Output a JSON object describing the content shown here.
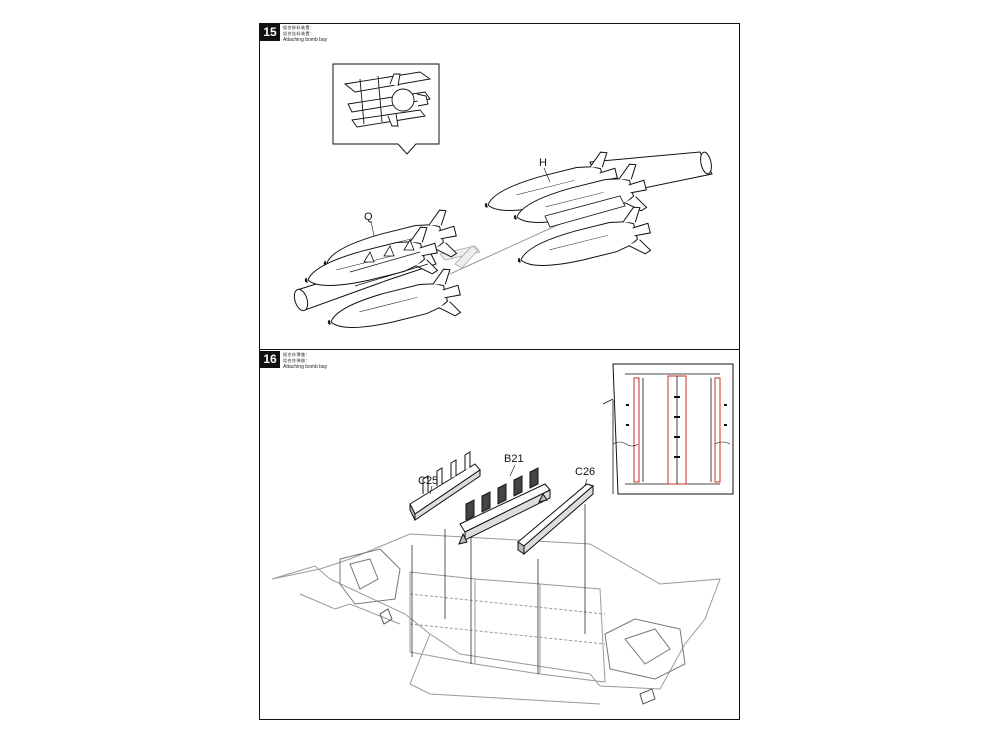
{
  "steps": [
    {
      "number": "15",
      "title_cn_1": "組合掛料裝置：",
      "title_cn_2": "组合挂料装置：",
      "title_en": "Attaching bomb bay",
      "parts": {
        "q": "Q",
        "h": "H"
      }
    },
    {
      "number": "16",
      "title_cn_1": "組合炸彈艙：",
      "title_cn_2": "组合炸弹舱：",
      "title_en": "Attaching bomb bay",
      "parts": {
        "c25": "C25",
        "b21": "B21",
        "c26": "C26"
      }
    }
  ],
  "colors": {
    "line": "#111111",
    "ghost": "#9a9a9a",
    "highlight": "#c8322d"
  }
}
